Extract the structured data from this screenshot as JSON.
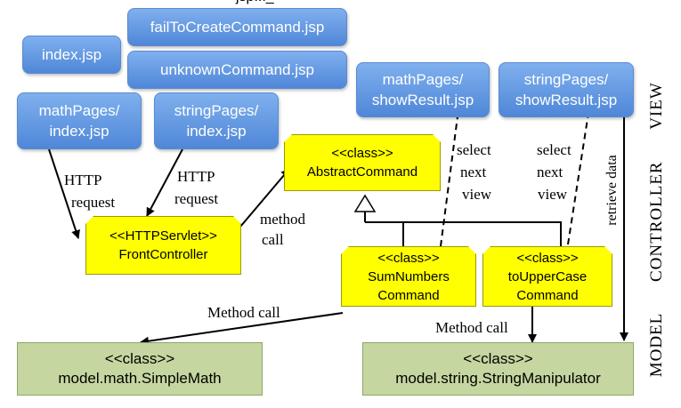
{
  "top_cut_text": "jsp..._",
  "pages": {
    "fail_to_create": "failToCreateCommand.jsp",
    "index": "index.jsp",
    "unknown_command": "unknownCommand.jsp",
    "math_index_line1": "mathPages/",
    "math_index_line2": "index.jsp",
    "string_index_line1": "stringPages/",
    "string_index_line2": "index.jsp",
    "math_show_line1": "mathPages/",
    "math_show_line2": "showResult.jsp",
    "string_show_line1": "stringPages/",
    "string_show_line2": "showResult.jsp"
  },
  "controller": {
    "abstract_stereo": "<<class>>",
    "abstract_name": "AbstractCommand",
    "front_stereo": "<<HTTPServlet>>",
    "front_name": "FrontController",
    "sum_stereo": "<<class>>",
    "sum_name1": "SumNumbers",
    "sum_name2": "Command",
    "upper_stereo": "<<class>>",
    "upper_name1": "toUpperCase",
    "upper_name2": "Command"
  },
  "model": {
    "math_stereo": "<<class>>",
    "math_name": "model.math.SimpleMath",
    "string_stereo": "<<class>>",
    "string_name": "model.string.StringManipulator"
  },
  "labels": {
    "http1_line1": "HTTP",
    "http1_line2": "request",
    "http2_line1": "HTTP",
    "http2_line2": "request",
    "method_call_line1": "method",
    "method_call_line2": "call",
    "select1_line1": "select",
    "select1_line2": "next",
    "select1_line3": "view",
    "select2_line1": "select",
    "select2_line2": "next",
    "select2_line3": "view",
    "retrieve_data": "retrieve data",
    "method_call_left": "Method call",
    "method_call_right": "Method call"
  },
  "layers": {
    "view": "VIEW",
    "controller": "CONTROLLER",
    "model": "MODEL"
  }
}
